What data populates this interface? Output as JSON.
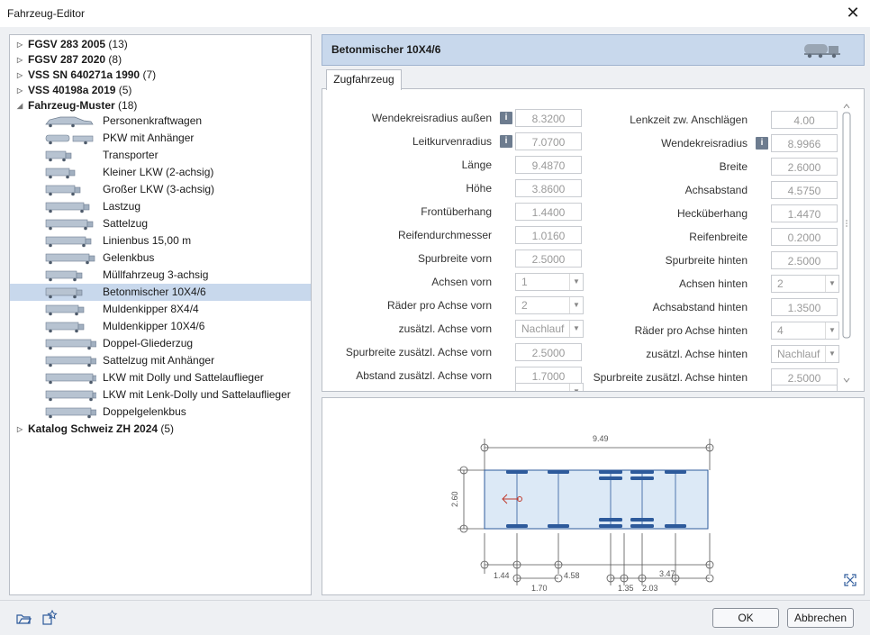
{
  "window": {
    "title": "Fahrzeug-Editor"
  },
  "tree": {
    "groups": [
      {
        "label": "FGSV 283 2005",
        "count": "(13)"
      },
      {
        "label": "FGSV 287 2020",
        "count": "(8)"
      },
      {
        "label": "VSS SN 640271a 1990",
        "count": "(7)"
      },
      {
        "label": "VSS 40198a 2019",
        "count": "(5)"
      },
      {
        "label": "Fahrzeug-Muster",
        "count": "(18)"
      },
      {
        "label": "Katalog Schweiz ZH 2024",
        "count": "(5)"
      }
    ],
    "items": [
      "Personenkraftwagen",
      "PKW mit Anhänger",
      "Transporter",
      "Kleiner LKW (2-achsig)",
      "Großer LKW (3-achsig)",
      "Lastzug",
      "Sattelzug",
      "Linienbus 15,00 m",
      "Gelenkbus",
      "Müllfahrzeug 3-achsig",
      "Betonmischer 10X4/6",
      "Muldenkipper 8X4/4",
      "Muldenkipper 10X4/6",
      "Doppel-Gliederzug",
      "Sattelzug  mit Anhänger",
      "LKW mit Dolly und Sattelauflieger",
      "LKW mit Lenk-Dolly und Sattelauflieger",
      "Doppelgelenkbus"
    ],
    "selected_index": 10
  },
  "header": {
    "title": "Betonmischer 10X4/6",
    "icon": "concrete-mixer-icon"
  },
  "tab": {
    "label": "Zugfahrzeug"
  },
  "left_fields": [
    {
      "label": "Wendekreisradius außen",
      "value": "8.3200",
      "info": true
    },
    {
      "label": "Leitkurvenradius",
      "value": "7.0700",
      "info": true
    },
    {
      "label": "Länge",
      "value": "9.4870"
    },
    {
      "label": "Höhe",
      "value": "3.8600"
    },
    {
      "label": "Frontüberhang",
      "value": "1.4400"
    },
    {
      "label": "Reifendurchmesser",
      "value": "1.0160"
    },
    {
      "label": "Spurbreite vorn",
      "value": "2.5000"
    },
    {
      "label": "Achsen vorn",
      "value": "1",
      "select": true
    },
    {
      "label": "Räder pro Achse vorn",
      "value": "2",
      "select": true
    },
    {
      "label": "zusätzl. Achse vorn",
      "value": "Nachlauf",
      "select": true
    },
    {
      "label": "Spurbreite zusätzl. Achse vorn",
      "value": "2.5000"
    },
    {
      "label": "Abstand zusätzl. Achse vorn",
      "value": "1.7000"
    }
  ],
  "right_fields": [
    {
      "label": "Lenkzeit zw. Anschlägen",
      "value": "4.00"
    },
    {
      "label": "Wendekreisradius",
      "value": "8.9966",
      "info": true
    },
    {
      "label": "Breite",
      "value": "2.6000"
    },
    {
      "label": "Achsabstand",
      "value": "4.5750"
    },
    {
      "label": "Hecküberhang",
      "value": "1.4470"
    },
    {
      "label": "Reifenbreite",
      "value": "0.2000"
    },
    {
      "label": "Spurbreite hinten",
      "value": "2.5000"
    },
    {
      "label": "Achsen hinten",
      "value": "2",
      "select": true
    },
    {
      "label": "Achsabstand hinten",
      "value": "1.3500"
    },
    {
      "label": "Räder pro Achse hinten",
      "value": "4",
      "select": true
    },
    {
      "label": "zusätzl. Achse hinten",
      "value": "Nachlauf",
      "select": true
    },
    {
      "label": "Spurbreite zusätzl. Achse hinten",
      "value": "2.5000"
    }
  ],
  "diagram": {
    "length_label": "9.49",
    "width_label": "2.60",
    "dims": [
      "1.44",
      "4.58",
      "1.70",
      "1.35",
      "2.03",
      "3.47"
    ]
  },
  "footer": {
    "ok": "OK",
    "cancel": "Abbrechen"
  },
  "colors": {
    "selection": "#c8d8ec",
    "axle": "#2d5a9b",
    "body": "#dce9f6"
  }
}
